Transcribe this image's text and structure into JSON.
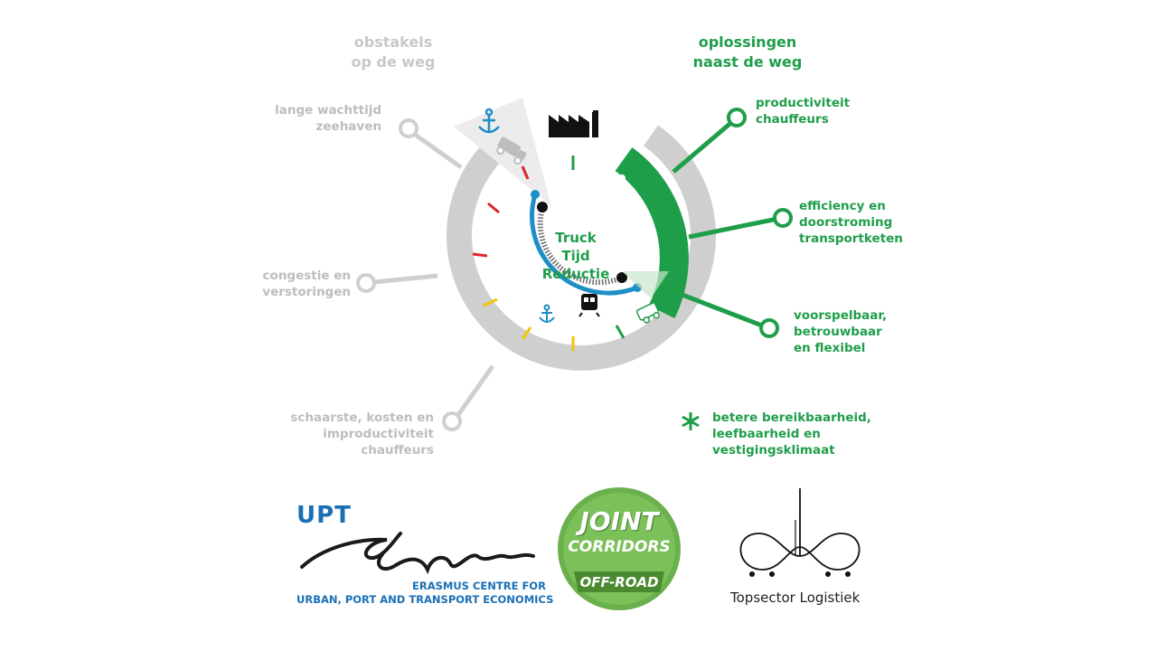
{
  "headers": {
    "left": [
      "obstakels",
      "op de weg"
    ],
    "right": [
      "oplossingen",
      "naast de weg"
    ]
  },
  "obstacles": [
    [
      "lange wachttijd",
      "zeehaven"
    ],
    [
      "congestie en",
      "verstoringen"
    ],
    [
      "schaarste, kosten en",
      "improductiviteit",
      "chauffeurs"
    ]
  ],
  "solutions": [
    [
      "productiviteit",
      "chauffeurs"
    ],
    [
      "efficiency en",
      "doorstroming",
      "transportketen"
    ],
    [
      "voorspelbaar,",
      "betrouwbaar",
      "en flexibel"
    ],
    [
      "betere bereikbaarheid,",
      "leefbaarheid en",
      "vestigingsklimaat"
    ]
  ],
  "center": [
    "Truck",
    "Tijd",
    "Reductie"
  ],
  "logos": {
    "upt": "UPT",
    "erasmus_subtitle": [
      "ERASMUS CENTRE FOR",
      "URBAN, PORT AND TRANSPORT ECONOMICS"
    ],
    "joint_corridors": [
      "JOINT",
      "CORRIDORS",
      "OFF-ROAD"
    ],
    "topsector": "Topsector Logistiek"
  },
  "colors": {
    "grey_ring": "#cfcfcf",
    "green": "#1f9e4a",
    "blue": "#1e8fc4",
    "red": "#d9262c",
    "yellow": "#f2c500",
    "grey_text": "#bdbdbd"
  }
}
